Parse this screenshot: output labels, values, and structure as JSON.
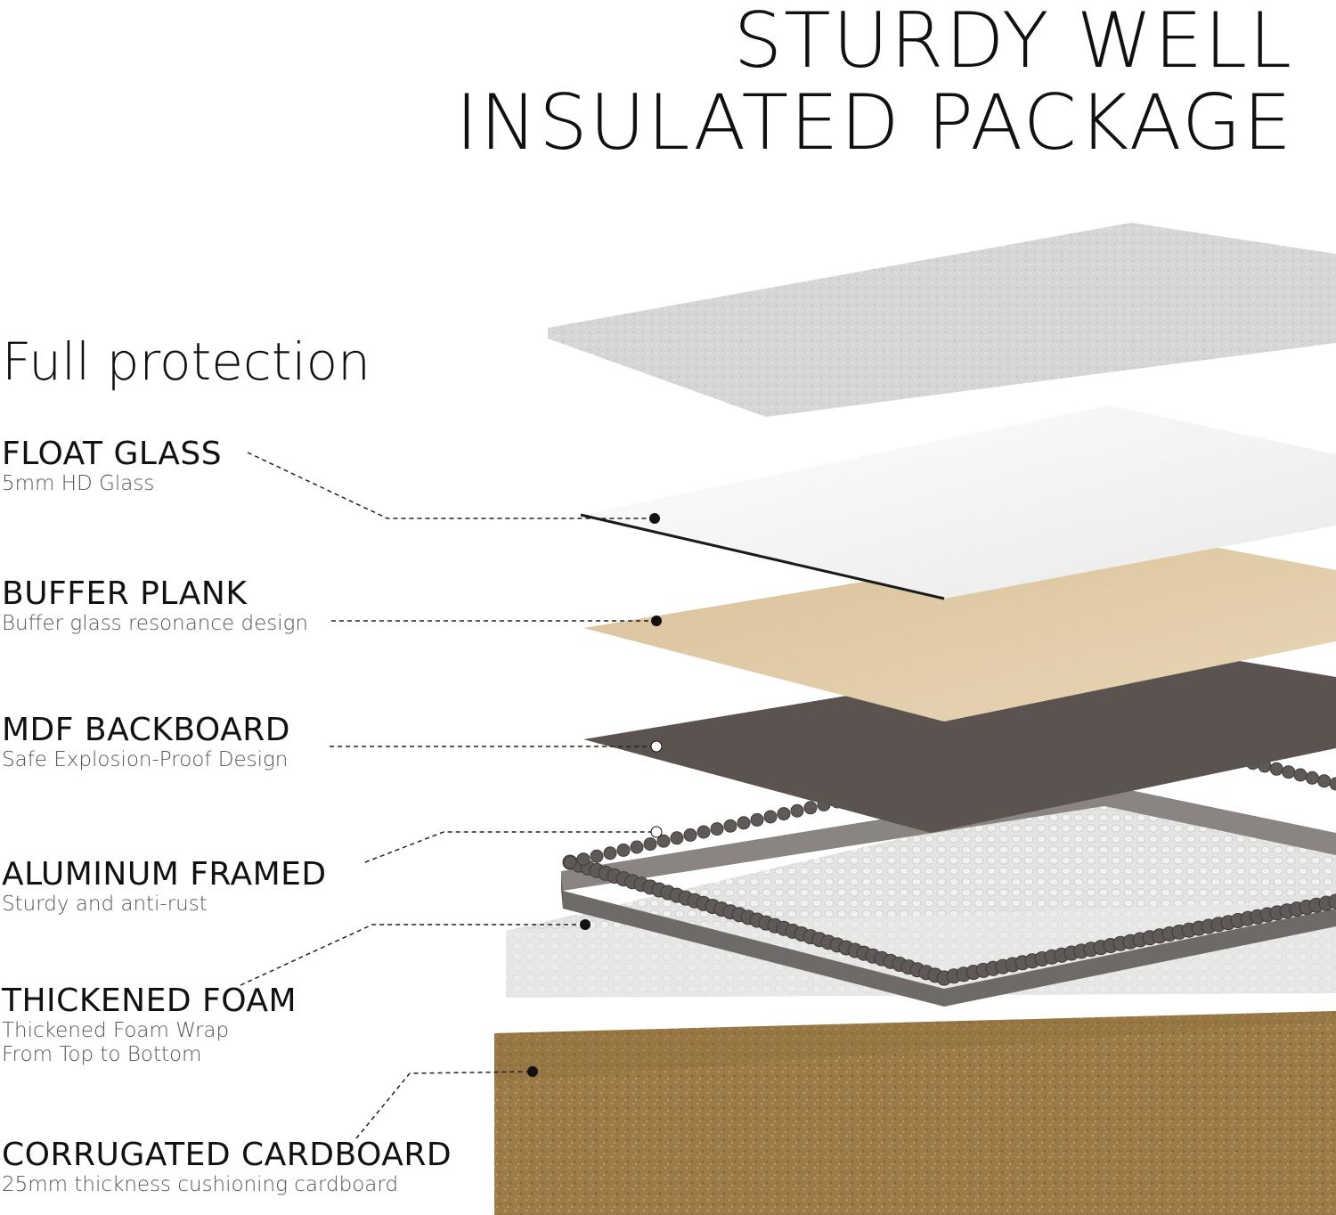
{
  "header": {
    "title_line1": "STURDY WELL",
    "title_line2": "INSULATED PACKAGE"
  },
  "subtitle": "Full protection",
  "layers": [
    {
      "name": "FLOAT GLASS",
      "desc": [
        "5mm HD Glass"
      ],
      "color": "#f2f2f2"
    },
    {
      "name": "BUFFER PLANK",
      "desc": [
        "Buffer glass resonance design"
      ],
      "color": "#dcc29a"
    },
    {
      "name": "MDF BACKBOARD",
      "desc": [
        "Safe Explosion-Proof Design"
      ],
      "color": "#5a5350"
    },
    {
      "name": "ALUMINUM FRAMED",
      "desc": [
        "Sturdy and anti-rust"
      ],
      "color": "#6e6a68"
    },
    {
      "name": "THICKENED FOAM",
      "desc": [
        "Thickened Foam Wrap",
        "From Top to Bottom"
      ],
      "color": "#e6e6e4"
    },
    {
      "name": "CORRUGATED CARDBOARD",
      "desc": [
        "25mm thickness cushioning cardboard"
      ],
      "color": "#a88a5a"
    }
  ]
}
